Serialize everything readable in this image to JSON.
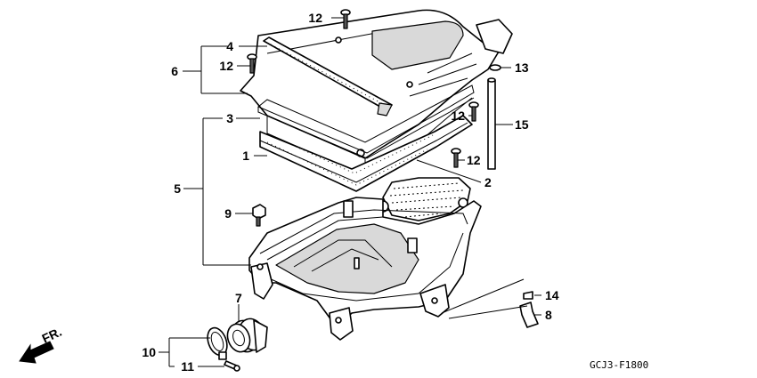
{
  "callouts": {
    "c1": "1",
    "c2": "2",
    "c3": "3",
    "c4": "4",
    "c5": "5",
    "c6": "6",
    "c7": "7",
    "c8": "8",
    "c9": "9",
    "c10": "10",
    "c11": "11",
    "c12a": "12",
    "c12b": "12",
    "c12c": "12",
    "c12d": "12",
    "c13": "13",
    "c14": "14",
    "c15": "15"
  },
  "direction_label": "FR.",
  "diagram_code": "GCJ3-F1800",
  "icons": {
    "front_arrow": "front-direction-arrow-icon"
  }
}
